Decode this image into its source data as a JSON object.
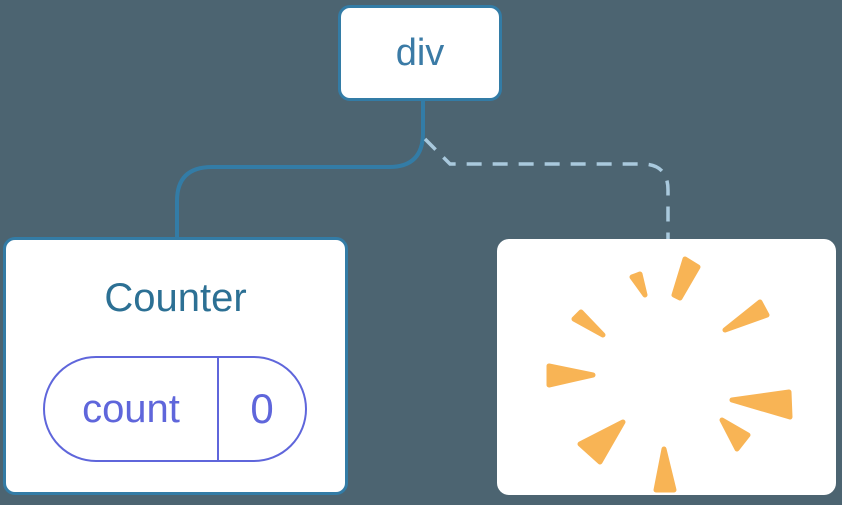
{
  "diagram": {
    "root": {
      "label": "div"
    },
    "counter_card": {
      "title": "Counter",
      "state_key": "count",
      "state_value": "0"
    },
    "removed_card": {
      "icon": "poof-icon"
    },
    "connectors": {
      "left": "solid",
      "right": "dashed"
    }
  },
  "colors": {
    "background": "#4c6471",
    "card_background": "#ffffff",
    "accent_blue": "#337ca6",
    "root_label_blue": "#3b7ba6",
    "title_blue": "#2c7094",
    "dashed_blue": "#a9c9dd",
    "state_purple": "#5f66db",
    "poof_orange": "#f8b455"
  }
}
